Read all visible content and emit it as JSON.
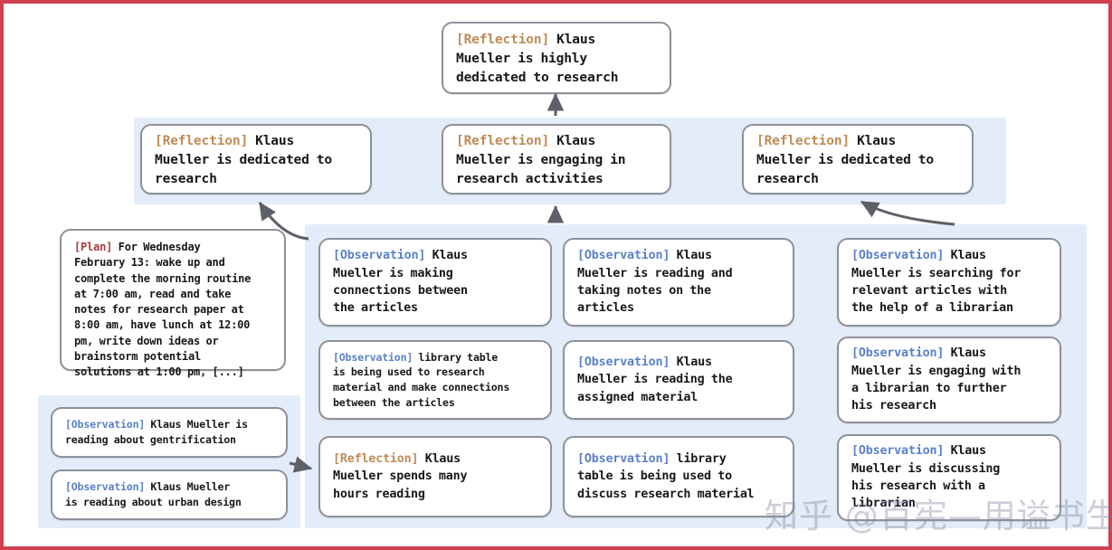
{
  "diagram": {
    "title": "Reflection tree for Klaus Mueller",
    "colors": {
      "panel_background": "#e3ecf8",
      "node_border": "#8d9199",
      "node_background": "#ffffff",
      "tag_reflection": "#bf8c56",
      "tag_observation": "#5b80c8",
      "tag_plan": "#a33a3a",
      "frame_border": "#cf4152",
      "arrow": "#5d6066"
    }
  },
  "watermark": {
    "text": "知乎 @百宪—用谥书生"
  },
  "nodes": {
    "root": {
      "tag": "[Reflection]",
      "tag_type": "reflection",
      "text": " Klaus\nMueller is highly\ndedicated to research"
    },
    "mid_left": {
      "tag": "[Reflection]",
      "tag_type": "reflection",
      "text": " Klaus\nMueller is dedicated to\nresearch"
    },
    "mid_center": {
      "tag": "[Reflection]",
      "tag_type": "reflection",
      "text": " Klaus\nMueller is engaging in\nresearch activities"
    },
    "mid_right": {
      "tag": "[Reflection]",
      "tag_type": "reflection",
      "text": " Klaus\nMueller is dedicated to\nresearch"
    },
    "plan": {
      "tag": "[Plan]",
      "tag_type": "plan",
      "text": " For Wednesday\nFebruary 13: wake up and\ncomplete the morning routine\nat 7:00 am, read and take\nnotes for research paper at\n8:00 am, have lunch at 12:00\npm, write down ideas or\nbrainstorm potential\nsolutions at 1:00 pm, [...]"
    },
    "obs_bottom_left_1": {
      "tag": "[Observation]",
      "tag_type": "observation",
      "text": " Klaus Mueller is\nreading about gentrification"
    },
    "obs_bottom_left_2": {
      "tag": "[Observation]",
      "tag_type": "observation",
      "text": " Klaus Mueller\nis reading about urban design"
    },
    "col1_1": {
      "tag": "[Observation]",
      "tag_type": "observation",
      "text": " Klaus\nMueller is making\nconnections between\nthe articles"
    },
    "col1_2": {
      "tag": "[Observation]",
      "tag_type": "observation",
      "text": " library table\nis being used to research\nmaterial and make connections\nbetween the articles"
    },
    "col1_3": {
      "tag": "[Reflection]",
      "tag_type": "reflection",
      "text": " Klaus\nMueller spends many\nhours reading"
    },
    "col2_1": {
      "tag": "[Observation]",
      "tag_type": "observation",
      "text": " Klaus\nMueller is reading and\ntaking notes on the\narticles"
    },
    "col2_2": {
      "tag": "[Observation]",
      "tag_type": "observation",
      "text": " Klaus\nMueller is reading the\nassigned material"
    },
    "col2_3": {
      "tag": "[Observation]",
      "tag_type": "observation",
      "text": " library\ntable is being used to\ndiscuss research material"
    },
    "col3_1": {
      "tag": "[Observation]",
      "tag_type": "observation",
      "text": " Klaus\nMueller is searching for\nrelevant articles with\nthe help of a librarian"
    },
    "col3_2": {
      "tag": "[Observation]",
      "tag_type": "observation",
      "text": " Klaus\nMueller is engaging with\na librarian to further\nhis research"
    },
    "col3_3": {
      "tag": "[Observation]",
      "tag_type": "observation",
      "text": " Klaus\nMueller is discussing\nhis research with a\nlibrarian"
    }
  }
}
